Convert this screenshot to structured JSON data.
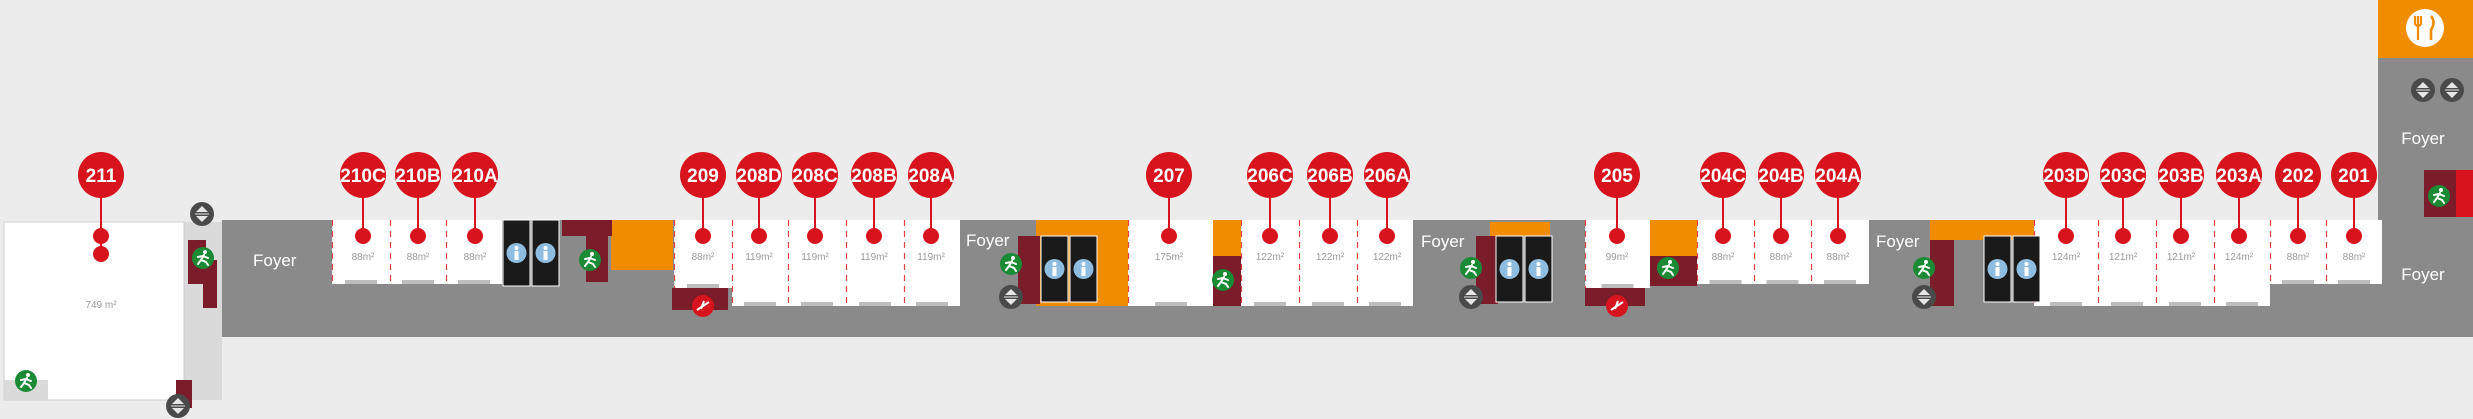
{
  "rooms": [
    {
      "id": "211",
      "area": "749 m²"
    },
    {
      "id": "210C",
      "area": "88m²"
    },
    {
      "id": "210B",
      "area": "88m²"
    },
    {
      "id": "210A",
      "area": "88m²"
    },
    {
      "id": "209",
      "area": "88m²"
    },
    {
      "id": "208D",
      "area": "119m²"
    },
    {
      "id": "208C",
      "area": "119m²"
    },
    {
      "id": "208B",
      "area": "119m²"
    },
    {
      "id": "208A",
      "area": "119m²"
    },
    {
      "id": "207",
      "area": "175m²"
    },
    {
      "id": "206C",
      "area": "122m²"
    },
    {
      "id": "206B",
      "area": "122m²"
    },
    {
      "id": "206A",
      "area": "122m²"
    },
    {
      "id": "205",
      "area": "99m²"
    },
    {
      "id": "204C",
      "area": "88m²"
    },
    {
      "id": "204B",
      "area": "88m²"
    },
    {
      "id": "204A",
      "area": "88m²"
    },
    {
      "id": "203D",
      "area": "124m²"
    },
    {
      "id": "203C",
      "area": "121m²"
    },
    {
      "id": "203B",
      "area": "121m²"
    },
    {
      "id": "203A",
      "area": "124m²"
    },
    {
      "id": "202",
      "area": "88m²"
    },
    {
      "id": "201",
      "area": "88m²"
    }
  ],
  "foyers": [
    {
      "label": "Foyer"
    },
    {
      "label": "Foyer"
    },
    {
      "label": "Foyer"
    },
    {
      "label": "Foyer"
    },
    {
      "label": "Foyer"
    },
    {
      "label": "Foyer"
    }
  ],
  "icons": {
    "exit": "emergency-exit-icon",
    "elevator": "elevator-icon",
    "restroom": "restroom-icon",
    "accessible_ramp": "accessible-entrance-icon",
    "restaurant": "restaurant-icon"
  },
  "colors": {
    "pin": "#d7141d",
    "corridor": "#8a8a8a",
    "core": "#f08c00",
    "stair": "#7a1c2a",
    "exit": "#1a8a35",
    "elevator_bg": "#4a4a4a",
    "restroom_bg": "#1a1a1a",
    "restroom_person": "#8fbde0"
  }
}
